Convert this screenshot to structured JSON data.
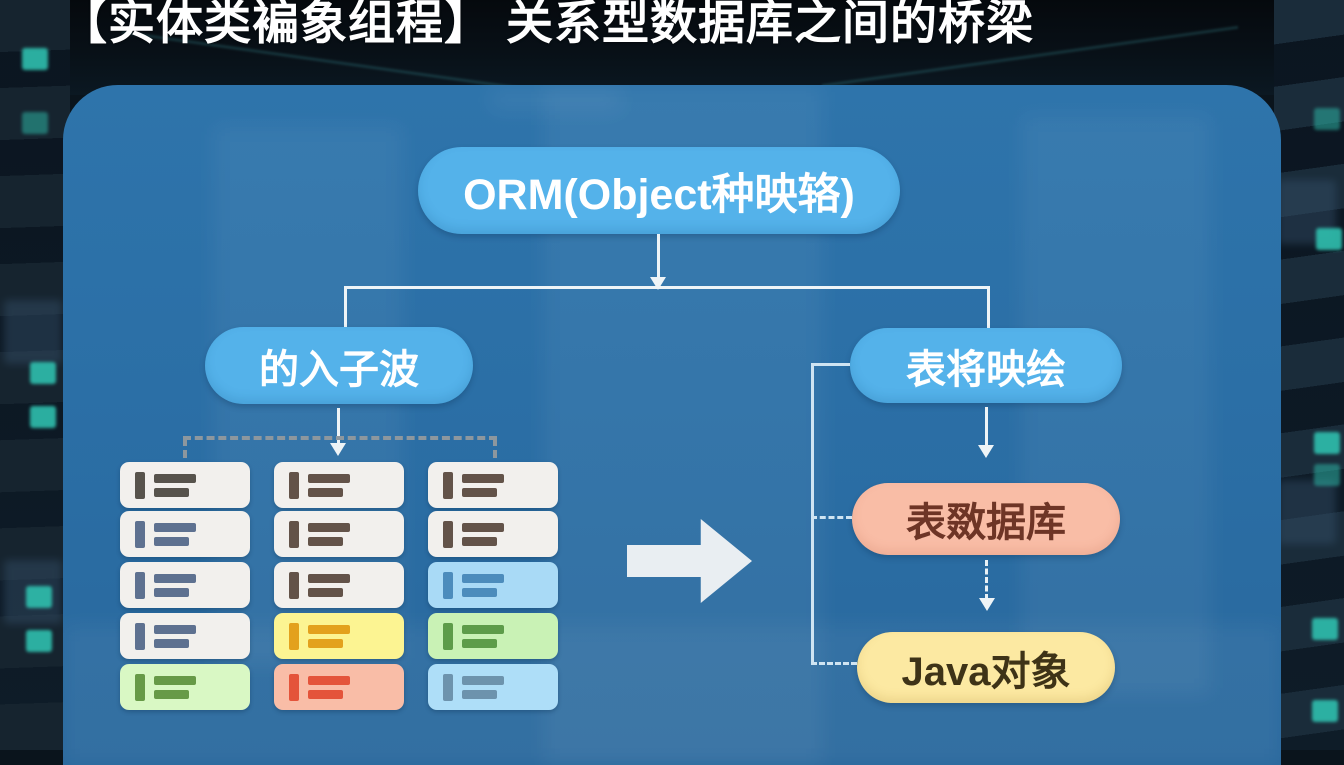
{
  "title": "【实体类褊象组程】 关系型数据库之间的桥梁",
  "colors": {
    "panel_blue": "#2b6fa6",
    "node_blue": "#54b2ea",
    "node_salmon": "#f9bda6",
    "node_yellow": "#fce9a2",
    "connector_white": "#eef4f7",
    "dash_gray": "#8d979e",
    "bracket_light": "#cfe4f2",
    "teal_glow": "#2fbfae",
    "big_arrow": "#e9eef2"
  },
  "diagram": {
    "root": {
      "label": "ORM(Object种映辂)"
    },
    "left_branch": {
      "label": "的入子波"
    },
    "right_branch": {
      "label": "表将映绘"
    },
    "db_node": {
      "label": "表敪据库"
    },
    "java_node": {
      "label": "Java对象"
    }
  },
  "cards": [
    {
      "col": 0,
      "row": 0,
      "bg": "#f2f0ed",
      "icon": "#57534c"
    },
    {
      "col": 1,
      "row": 0,
      "bg": "#f2f0ed",
      "icon": "#635349"
    },
    {
      "col": 2,
      "row": 0,
      "bg": "#f2f0ed",
      "icon": "#635349"
    },
    {
      "col": 0,
      "row": 1,
      "bg": "#f2f0ed",
      "icon": "#5e7190"
    },
    {
      "col": 1,
      "row": 1,
      "bg": "#f2f0ed",
      "icon": "#635349"
    },
    {
      "col": 2,
      "row": 1,
      "bg": "#f2f0ed",
      "icon": "#635349"
    },
    {
      "col": 0,
      "row": 2,
      "bg": "#f2f0ed",
      "icon": "#5e7190"
    },
    {
      "col": 1,
      "row": 2,
      "bg": "#f2f0ed",
      "icon": "#635349"
    },
    {
      "col": 2,
      "row": 2,
      "bg": "#a9daf6",
      "icon": "#4c8cbc"
    },
    {
      "col": 0,
      "row": 3,
      "bg": "#f2f0ed",
      "icon": "#5e7190"
    },
    {
      "col": 1,
      "row": 3,
      "bg": "#fcf492",
      "icon": "#e3a11d"
    },
    {
      "col": 2,
      "row": 3,
      "bg": "#c9f2b5",
      "icon": "#5d9c49"
    },
    {
      "col": 0,
      "row": 4,
      "bg": "#d9f8c4",
      "icon": "#679a47"
    },
    {
      "col": 1,
      "row": 4,
      "bg": "#f9bda7",
      "icon": "#e4543a"
    },
    {
      "col": 2,
      "row": 4,
      "bg": "#aedef8",
      "icon": "#6d93ad"
    }
  ]
}
